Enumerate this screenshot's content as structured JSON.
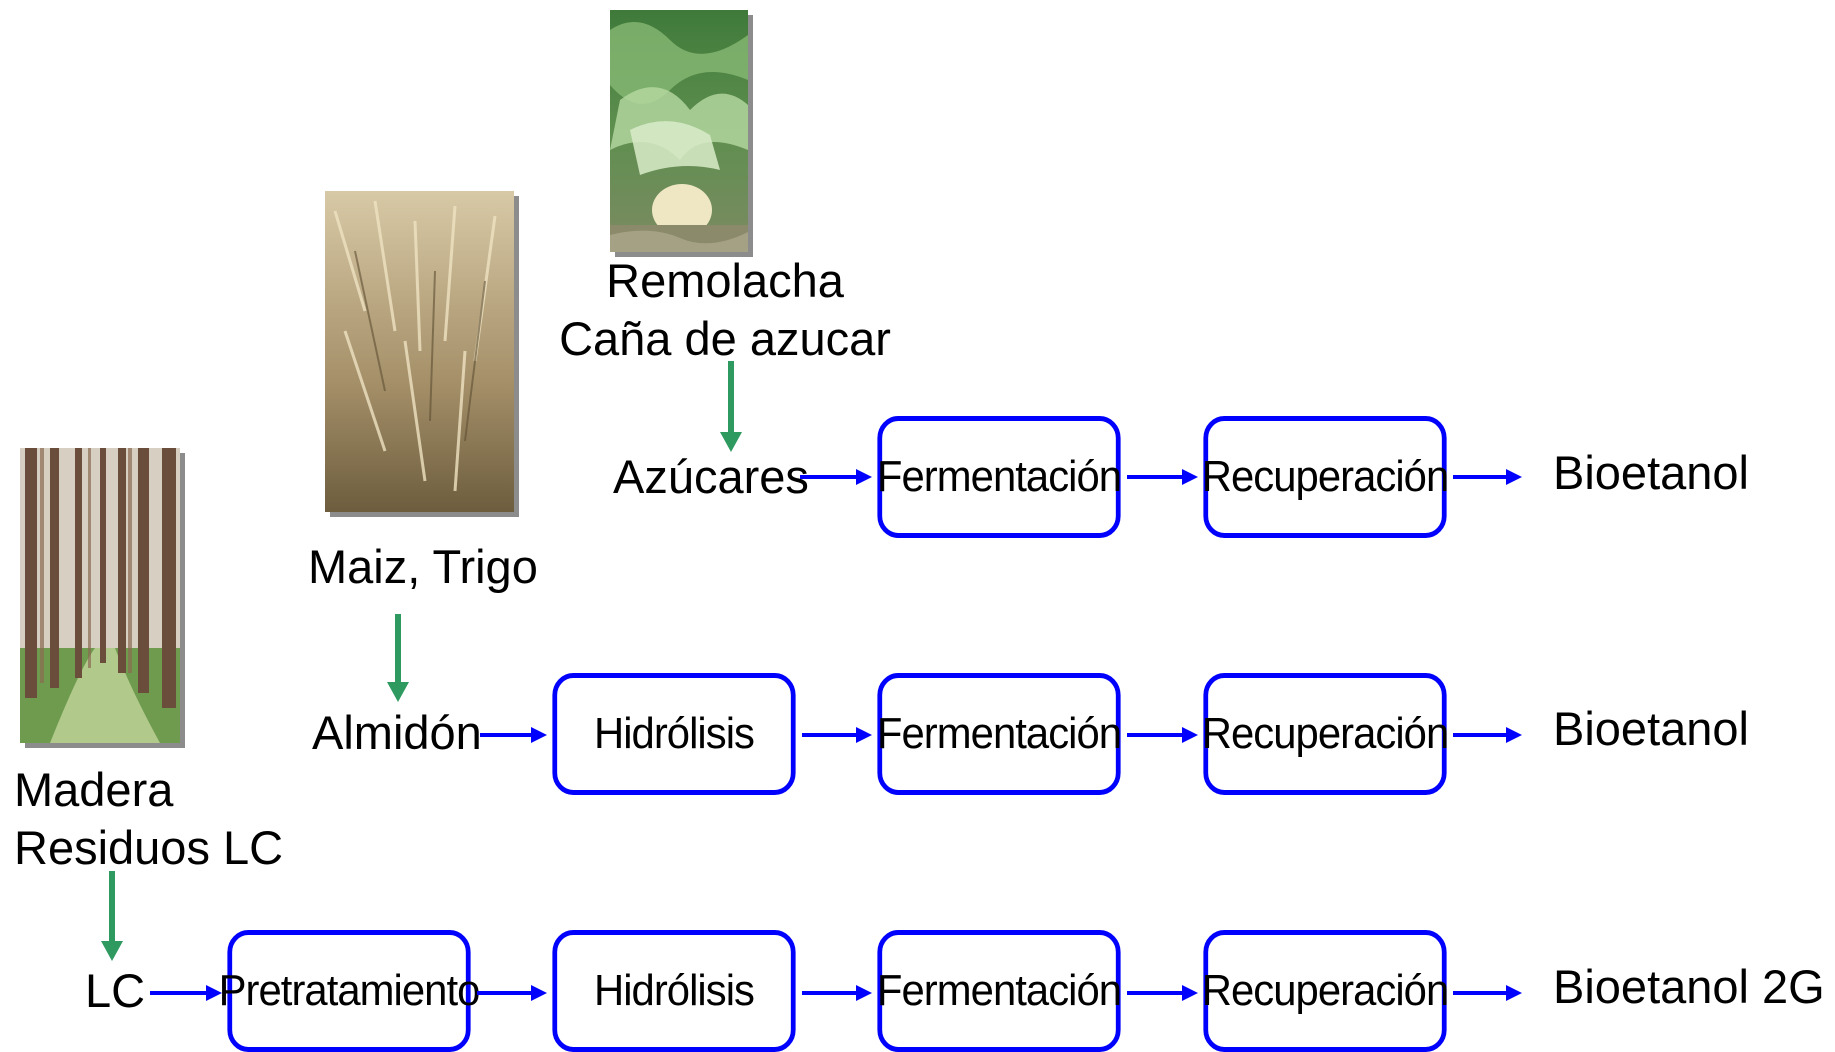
{
  "colors": {
    "box_border": "#0000ff",
    "flow_arrow": "#0000ff",
    "feed_arrow": "#2e9a5f"
  },
  "feedstocks": {
    "sugar": {
      "line1": "Remolacha",
      "line2": "Caña de azucar",
      "image_icon": "sugar-beet-photo"
    },
    "starch": {
      "line1": "Maiz, Trigo",
      "image_icon": "wheat-field-photo"
    },
    "lignocellulose": {
      "line1": "Madera",
      "line2": "Residuos LC",
      "image_icon": "forest-photo"
    }
  },
  "routes": [
    {
      "input": "Azúcares",
      "steps": [
        "Fermentación",
        "Recuperación"
      ],
      "output": "Bioetanol"
    },
    {
      "input": "Almidón",
      "steps": [
        "Hidrólisis",
        "Fermentación",
        "Recuperación"
      ],
      "output": "Bioetanol"
    },
    {
      "input": "LC",
      "steps": [
        "Pretratamiento",
        "Hidrólisis",
        "Fermentación",
        "Recuperación"
      ],
      "output": "Bioetanol 2G"
    }
  ]
}
